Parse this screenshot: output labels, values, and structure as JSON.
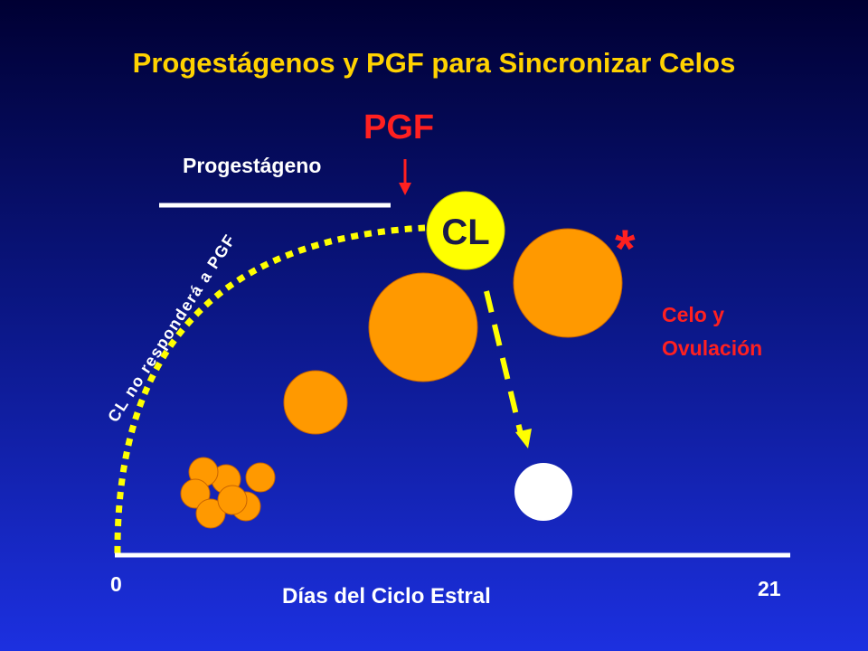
{
  "title": "Progestágenos y PGF para Sincronizar Celos",
  "pgf": "PGF",
  "progestageno": "Progestágeno",
  "cl": "CL",
  "cl_note": "CL no responderá a PGF",
  "asterisk": "*",
  "celo_line1": "Celo y",
  "celo_line2": "Ovulación",
  "axis_start": "0",
  "axis_end": "21",
  "axis_label": "Días del Ciclo Estral",
  "colors": {
    "title": "#ffd200",
    "pgf": "#ff2020",
    "follicle": "#ff9900",
    "corpus_luteum": "#ffff00",
    "dotted_curve": "#ffff00",
    "regressed_cl": "#ffffff"
  }
}
